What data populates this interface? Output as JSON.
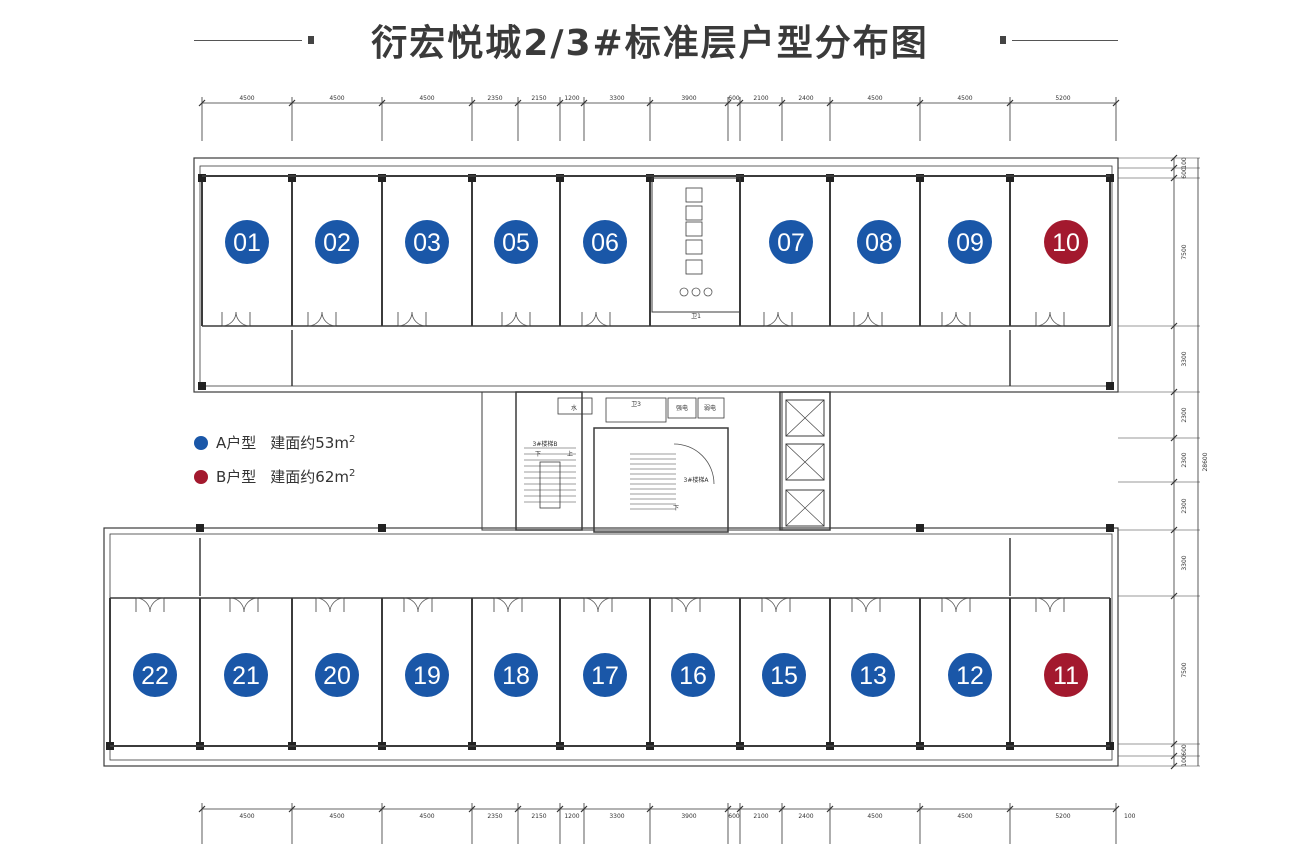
{
  "title": "衍宏悦城2/3#标准层户型分布图",
  "colors": {
    "typeA": "#1a57a8",
    "typeB": "#a3192e",
    "wall": "#3b3b3b",
    "line": "#333333"
  },
  "legend": [
    {
      "type": "A",
      "label": "A户型",
      "area_prefix": "建面约53m",
      "sup": "2",
      "color": "#1a57a8"
    },
    {
      "type": "B",
      "label": "B户型",
      "area_prefix": "建面约62m",
      "sup": "2",
      "color": "#a3192e"
    }
  ],
  "dimensions": {
    "horizontal": [
      "4500",
      "4500",
      "4500",
      "2350",
      "2150",
      "1200",
      "3300",
      "3900",
      "600",
      "2100",
      "2400",
      "4500",
      "4500",
      "5200"
    ],
    "vertical": [
      "100",
      "600",
      "7500",
      "3300",
      "2300",
      "2300",
      "2300",
      "3300",
      "7500",
      "600",
      "100"
    ],
    "vertical_total": "28600",
    "bottom_extra": "100"
  },
  "units_top": [
    {
      "num": "01",
      "type": "A"
    },
    {
      "num": "02",
      "type": "A"
    },
    {
      "num": "03",
      "type": "A"
    },
    {
      "num": "05",
      "type": "A"
    },
    {
      "num": "06",
      "type": "A"
    },
    {
      "num": "07",
      "type": "A"
    },
    {
      "num": "08",
      "type": "A"
    },
    {
      "num": "09",
      "type": "A"
    },
    {
      "num": "10",
      "type": "B"
    }
  ],
  "units_bottom": [
    {
      "num": "22",
      "type": "A"
    },
    {
      "num": "21",
      "type": "A"
    },
    {
      "num": "20",
      "type": "A"
    },
    {
      "num": "19",
      "type": "A"
    },
    {
      "num": "18",
      "type": "A"
    },
    {
      "num": "17",
      "type": "A"
    },
    {
      "num": "16",
      "type": "A"
    },
    {
      "num": "15",
      "type": "A"
    },
    {
      "num": "13",
      "type": "A"
    },
    {
      "num": "12",
      "type": "A"
    },
    {
      "num": "11",
      "type": "B"
    }
  ],
  "core_labels": {
    "stair_b": "3#楼梯B",
    "stair_a": "3#楼梯A",
    "toilet_1": "卫1",
    "toilet_3": "卫3",
    "water": "水",
    "strong_elec": "强电",
    "weak_elec": "弱电",
    "down": "下",
    "up": "上"
  }
}
